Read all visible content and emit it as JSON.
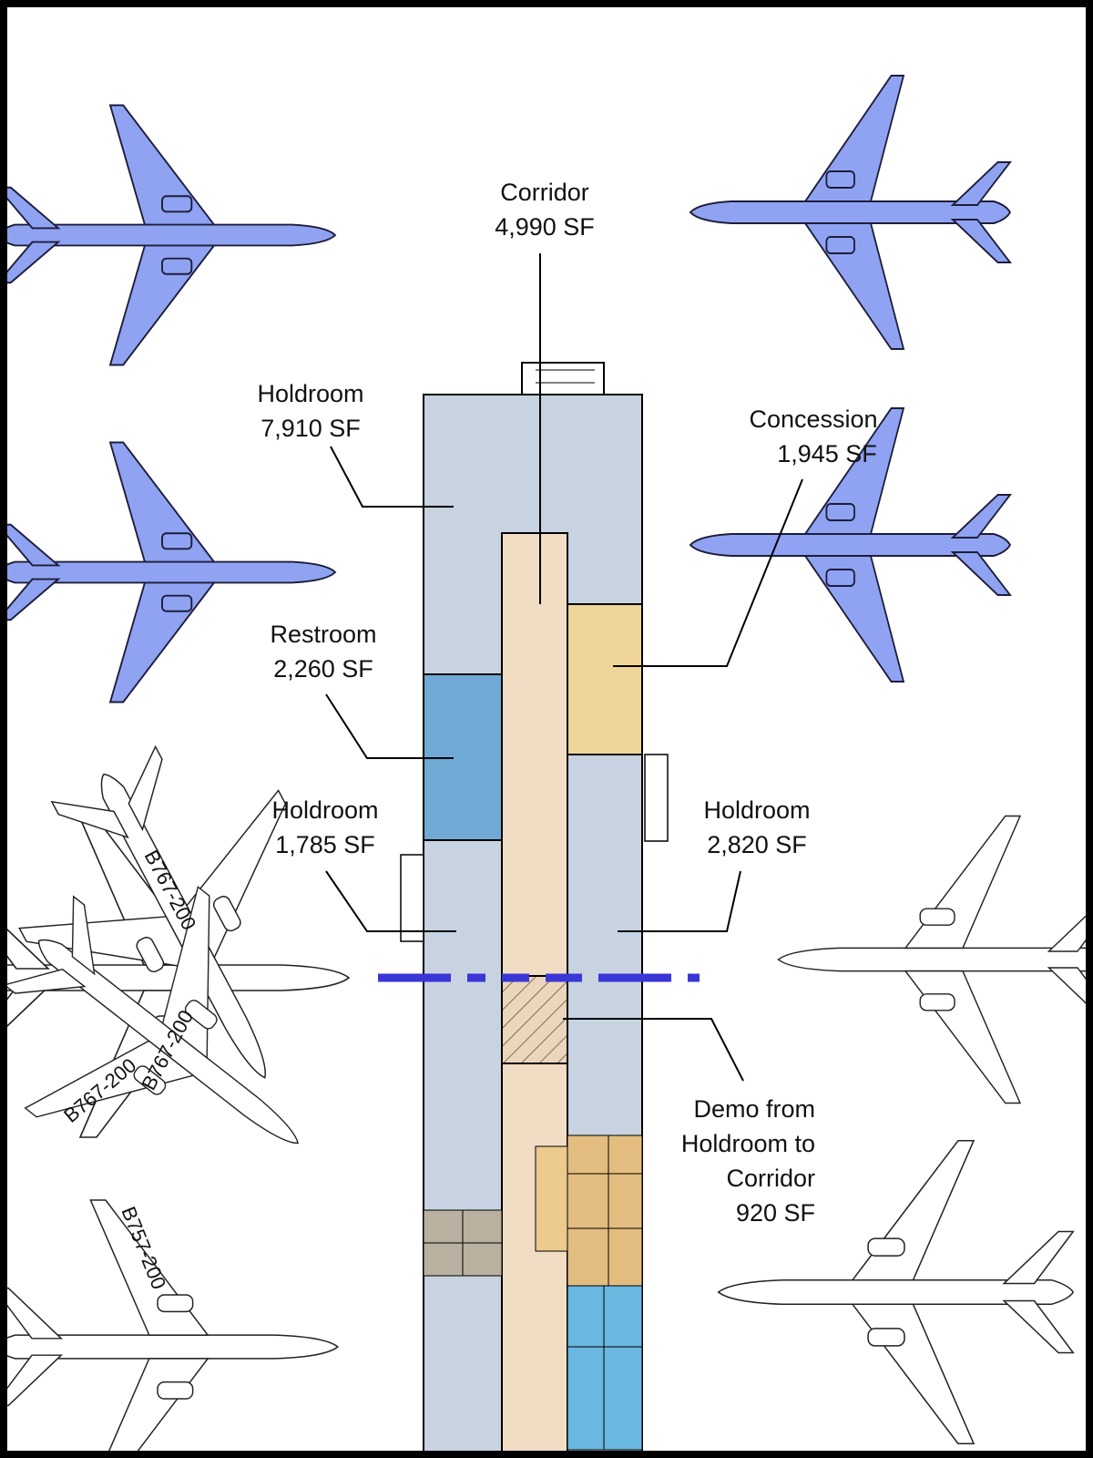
{
  "labels": {
    "corridor": {
      "name": "Corridor",
      "area": "4,990 SF"
    },
    "holdroom_top": {
      "name": "Holdroom",
      "area": "7,910 SF"
    },
    "concession": {
      "name": "Concession",
      "area": "1,945 SF"
    },
    "restroom": {
      "name": "Restroom",
      "area": "2,260 SF"
    },
    "holdroom_left": {
      "name": "Holdroom",
      "area": "1,785 SF"
    },
    "holdroom_right": {
      "name": "Holdroom",
      "area": "2,820 SF"
    },
    "demo": {
      "line1": "Demo from",
      "line2": "Holdroom to",
      "line3": "Corridor",
      "area": "920 SF"
    }
  },
  "aircraft_markings": {
    "b767_a": "B767-200",
    "b767_b": "B767-200",
    "b767_c": "B767-200",
    "b757": "B757-200"
  },
  "colors": {
    "holdroom": "#c7d3e1",
    "corridor": "#f1dcc4",
    "concession": "#f0d59a",
    "restroom": "#6fa9d4",
    "plane_blue": "#8fa3f2",
    "dashed_line": "#3a36d6"
  }
}
